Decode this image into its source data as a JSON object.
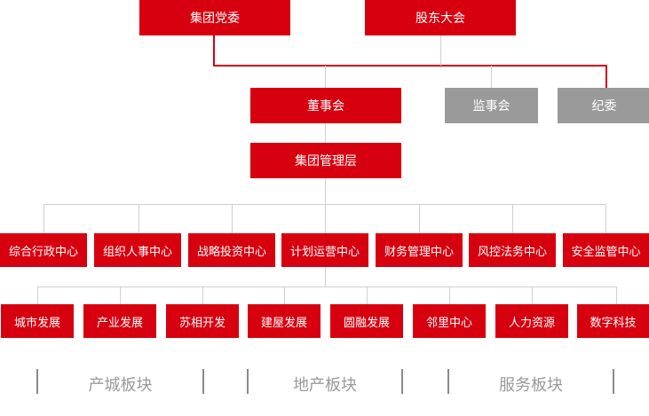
{
  "top": {
    "party": "集团党委",
    "shareholders": "股东大会"
  },
  "board": "董事会",
  "supervisors": "监事会",
  "discipline": "纪委",
  "management": "集团管理层",
  "centers": [
    "综合行政中心",
    "组织人事中心",
    "战略投资中心",
    "计划运营中心",
    "财务管理中心",
    "风控法务中心",
    "安全监管中心"
  ],
  "units": [
    "城市发展",
    "产业发展",
    "苏相开发",
    "建屋发展",
    "圆融发展",
    "邻里中心",
    "人力资源",
    "数字科技"
  ],
  "sectors": [
    "产城板块",
    "地产板块",
    "服务板块"
  ],
  "colors": {
    "primary": "#d7000f",
    "secondary": "#9a9a9a",
    "connector": "#cfcfcf"
  }
}
